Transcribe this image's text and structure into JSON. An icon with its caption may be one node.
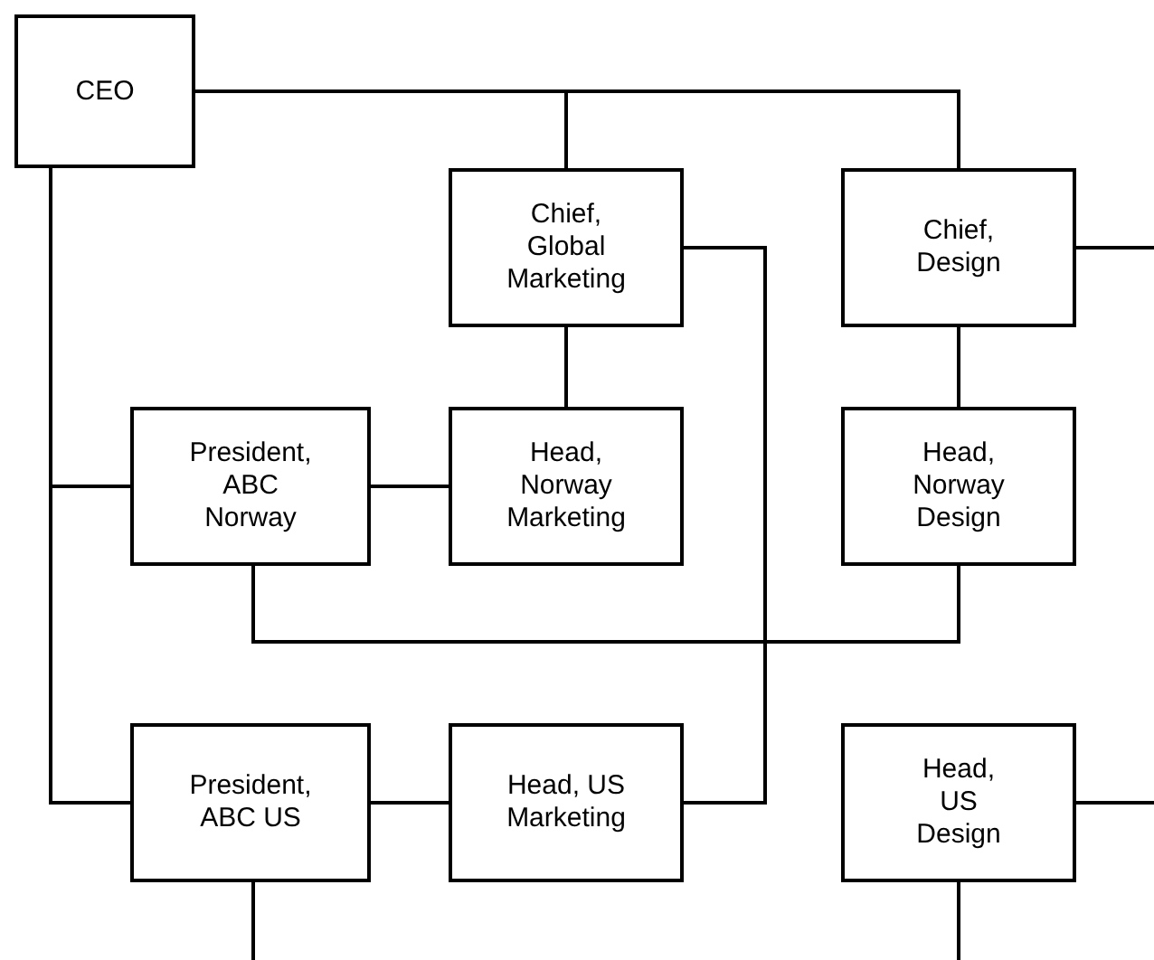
{
  "diagram": {
    "nodes": [
      {
        "text": [
          "CEO"
        ]
      },
      {
        "text": [
          "Chief, Global Marketing"
        ]
      },
      {
        "text": [
          "Chief, Design"
        ]
      },
      {
        "text": [
          "President, ABC Norway"
        ]
      },
      {
        "text": [
          "Head, Norway Marketing"
        ]
      },
      {
        "text": [
          "Head, Norway Design"
        ]
      },
      {
        "text": [
          "President, ABC US"
        ]
      },
      {
        "text": [
          "Head, US Marketing"
        ]
      },
      {
        "text": [
          "Head, US Design"
        ]
      }
    ],
    "edges": [
      {
        "from": 0,
        "to": 1,
        "arrow": "none"
      },
      {
        "from": 0,
        "to": 2,
        "arrow": "none"
      },
      {
        "from": 0,
        "to": 3,
        "arrow": "none"
      },
      {
        "from": 0,
        "to": 6,
        "arrow": "none"
      },
      {
        "from": 1,
        "to": 4,
        "arrow": "none"
      },
      {
        "from": 1,
        "to": 7,
        "arrow": "none"
      },
      {
        "from": 2,
        "to": null,
        "arrow": "none"
      },
      {
        "from": 2,
        "to": 5,
        "arrow": "none"
      },
      {
        "from": 3,
        "to": 4,
        "arrow": "none"
      },
      {
        "from": 3,
        "to": 5,
        "arrow": "none"
      },
      {
        "from": 6,
        "to": 7,
        "arrow": "none"
      },
      {
        "from": 6,
        "to": null,
        "arrow": "none"
      },
      {
        "from": 8,
        "to": null,
        "arrow": "none"
      },
      {
        "from": 8,
        "to": null,
        "arrow": "none"
      }
    ]
  }
}
